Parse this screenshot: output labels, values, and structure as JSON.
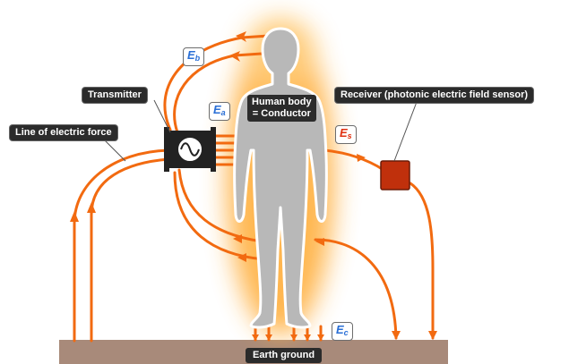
{
  "labels": {
    "transmitter": "Transmitter",
    "receiver": "Receiver (photonic electric field sensor)",
    "line_of_force": "Line of electric force",
    "human_body_line1": "Human body",
    "human_body_line2": "= Conductor",
    "earth_ground": "Earth ground"
  },
  "field_labels": {
    "eb": {
      "letter": "E",
      "sub": "b"
    },
    "ea": {
      "letter": "E",
      "sub": "a"
    },
    "es": {
      "letter": "E",
      "sub": "s"
    },
    "ec": {
      "letter": "E",
      "sub": "c"
    }
  },
  "colors": {
    "field_line": "#f26a10",
    "glow": "#ffb347",
    "body_fill": "#b8b8b8",
    "receiver_fill": "#c0300c",
    "ground": "#a88a7a",
    "label_bg": "#2b2b2b",
    "field_tag_blue": "#2a6fd6",
    "field_tag_red": "#e03010"
  },
  "icons": {
    "transmitter_symbol": "sine-wave-icon",
    "receiver_box": "sensor-box-icon"
  }
}
